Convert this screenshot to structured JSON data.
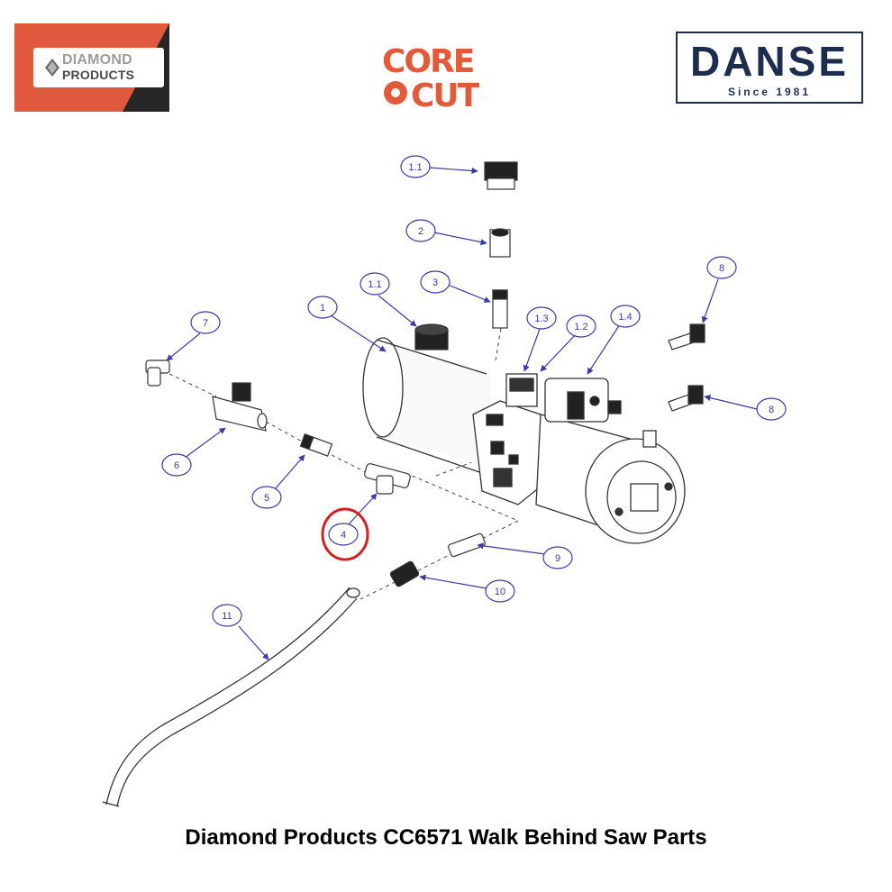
{
  "logos": {
    "diamond_products": {
      "line1": "DIAMOND",
      "line2": "PRODUCTS",
      "colors": {
        "red": "#e0593f",
        "dark": "#262626"
      }
    },
    "core_cut": {
      "line1": "CORE",
      "line2": "CUT",
      "color": "#e35a3b"
    },
    "danse": {
      "name": "DANSE",
      "tagline": "Since 1981",
      "color": "#1c2d4f"
    }
  },
  "diagram": {
    "callouts": [
      {
        "id": "c-1-1-top",
        "label": "1.1"
      },
      {
        "id": "c-2",
        "label": "2"
      },
      {
        "id": "c-3",
        "label": "3"
      },
      {
        "id": "c-1-1-tank",
        "label": "1.1"
      },
      {
        "id": "c-1",
        "label": "1"
      },
      {
        "id": "c-1-3",
        "label": "1.3"
      },
      {
        "id": "c-1-2",
        "label": "1.2"
      },
      {
        "id": "c-1-4",
        "label": "1.4"
      },
      {
        "id": "c-8-top",
        "label": "8"
      },
      {
        "id": "c-8-right",
        "label": "8"
      },
      {
        "id": "c-7",
        "label": "7"
      },
      {
        "id": "c-6",
        "label": "6"
      },
      {
        "id": "c-5",
        "label": "5"
      },
      {
        "id": "c-4",
        "label": "4"
      },
      {
        "id": "c-9",
        "label": "9"
      },
      {
        "id": "c-10",
        "label": "10"
      },
      {
        "id": "c-11",
        "label": "11"
      }
    ],
    "highlighted_part": "4",
    "colors": {
      "callout": "#3a3aa8",
      "highlight": "#d42020",
      "line": "#2a2a2a"
    }
  },
  "caption": "Diamond Products CC6571 Walk Behind Saw Parts"
}
